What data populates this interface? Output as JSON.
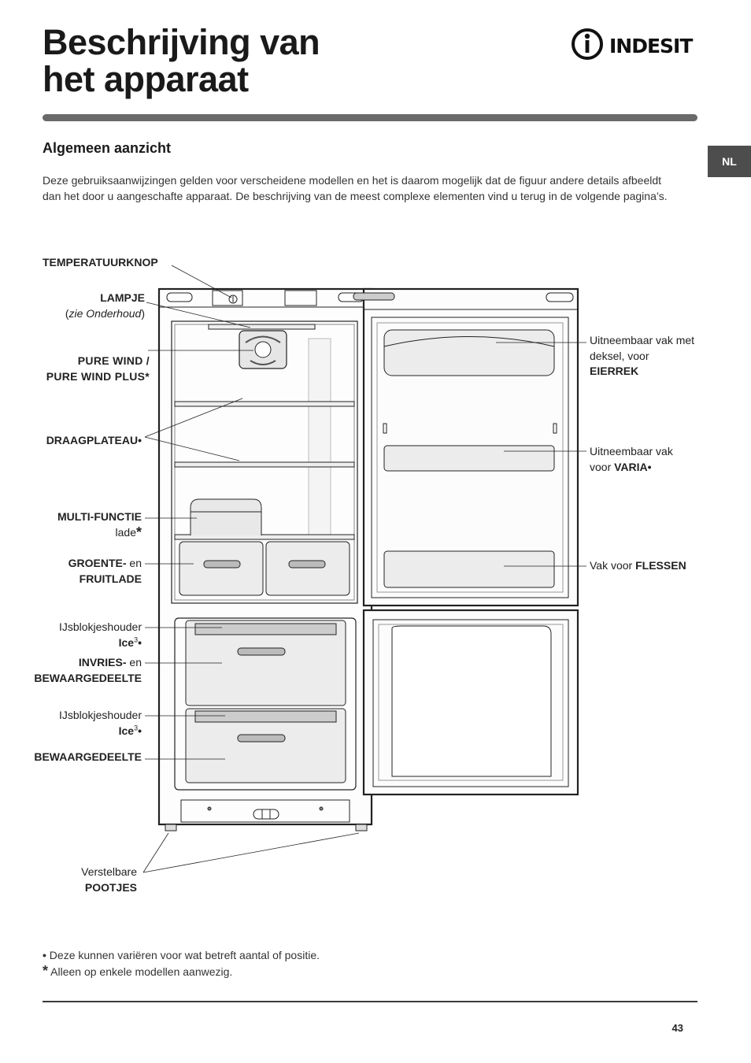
{
  "page": {
    "title_line1": "Beschrijving van",
    "title_line2": "het apparaat",
    "brand": "INDESIT",
    "language_tab": "NL",
    "section_heading": "Algemeen aanzicht",
    "intro": "Deze gebruiksaanwijzingen gelden voor verscheidene modellen en het is daarom mogelijk dat de figuur andere details afbeeldt dan het door u aangeschafte apparaat. De beschrijving van de meest complexe elementen vind u terug in de volgende pagina’s.",
    "page_number": "43"
  },
  "labels": {
    "temperatuurknop": "TEMPERATUURKNOP",
    "lampje": "LAMPJE",
    "lampje_note_open": "(",
    "lampje_note": "zie Onderhoud",
    "lampje_note_close": ")",
    "pure_wind_1": "PURE WIND /",
    "pure_wind_2": "PURE WIND PLUS*",
    "draagplateau": "DRAAGPLATEAU•",
    "multi_functie": "MULTI-FUNCTIE",
    "lade": "lade",
    "lade_star": "*",
    "groente_bold": "GROENTE-",
    "groente_en": " en",
    "fruitlade": "FRUITLADE",
    "ijsblokjes_1": "IJsblokjeshouder",
    "ice_1": "Ice",
    "ice_sup_1": "3",
    "ice_bullet_1": "•",
    "invries_bold": "INVRIES-",
    "invries_en": " en",
    "bewaargedeelte_1": "BEWAARGEDEELTE",
    "ijsblokjes_2": "IJsblokjeshouder",
    "ice_2": "Ice",
    "ice_sup_2": "3",
    "ice_bullet_2": "•",
    "bewaargedeelte_2": "BEWAARGEDEELTE",
    "verstelbare": "Verstelbare",
    "pootjes": "POOTJES",
    "eierrek_1": "Uitneembaar vak met",
    "eierrek_2": "deksel, voor",
    "eierrek_3": "EIERREK",
    "varia_1": "Uitneembaar vak",
    "varia_2": "voor ",
    "varia_3": "VARIA•",
    "flessen_1": "Vak voor ",
    "flessen_2": "FLESSEN"
  },
  "footnotes": {
    "bullet_mark": "•",
    "bullet_text": " Deze kunnen variëren voor wat betreft aantal of positie.",
    "star_mark": "*",
    "star_text": " Alleen op enkele modellen aanwezig."
  },
  "colors": {
    "rule": "#6a6a6a",
    "language_tab": "#4d4d4d",
    "line_art": "#222222",
    "drawer_fill": "#ececec"
  },
  "icons": {
    "brand_logo": "indesit-logo-icon",
    "appliance": "fridge-freezer-diagram"
  }
}
